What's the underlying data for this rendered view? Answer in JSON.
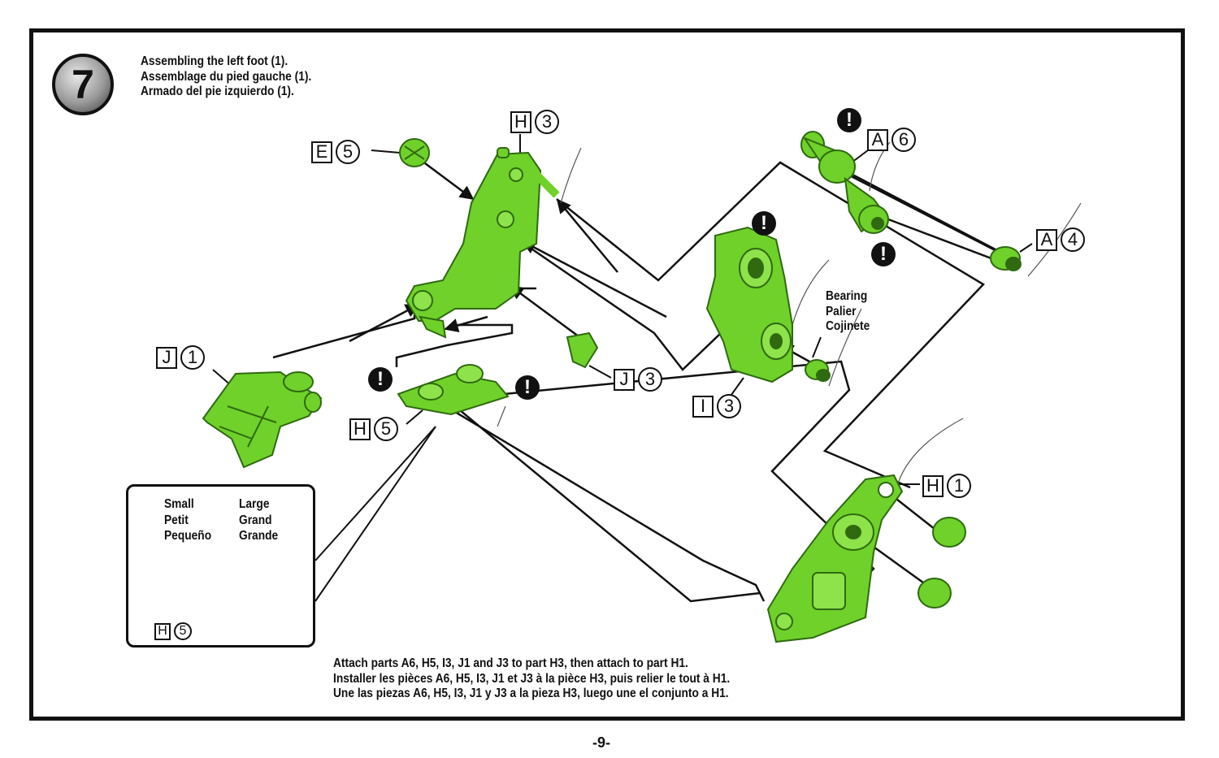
{
  "step": {
    "number": "7"
  },
  "title": {
    "en": "Assembling the left foot (1).",
    "fr": "Assemblage du pied gauche (1).",
    "es": "Armado del pie izquierdo (1)."
  },
  "instructions": {
    "en": "Attach parts A6, H5, I3, J1 and J3 to part H3, then attach to part H1.",
    "fr": "Installer les pièces A6, H5, I3, J1 et J3 à la pièce H3, puis relier le tout à H1.",
    "es": "Une las piezas A6, H5, I3, J1 y J3 a la pieza H3, luego une el conjunto a H1."
  },
  "bearing_label": {
    "en": "Bearing",
    "fr": "Palier",
    "es": "Cojinete"
  },
  "inset": {
    "small": {
      "en": "Small",
      "fr": "Petit",
      "es": "Pequeño"
    },
    "large": {
      "en": "Large",
      "fr": "Grand",
      "es": "Grande"
    },
    "part": {
      "letter": "H",
      "number": "5"
    }
  },
  "parts": {
    "h3": {
      "letter": "H",
      "number": "3"
    },
    "e5": {
      "letter": "E",
      "number": "5"
    },
    "a6": {
      "letter": "A",
      "number": "6"
    },
    "a4": {
      "letter": "A",
      "number": "4"
    },
    "j1": {
      "letter": "J",
      "number": "1"
    },
    "j3": {
      "letter": "J",
      "number": "3"
    },
    "i3": {
      "letter": "I",
      "number": "3"
    },
    "h5": {
      "letter": "H",
      "number": "5"
    },
    "h1": {
      "letter": "H",
      "number": "1"
    }
  },
  "warning_symbol": "!",
  "page_number": "-9-",
  "colors": {
    "part_green": "#6fd12a",
    "part_dark": "#2f6a10",
    "line": "#111111"
  }
}
